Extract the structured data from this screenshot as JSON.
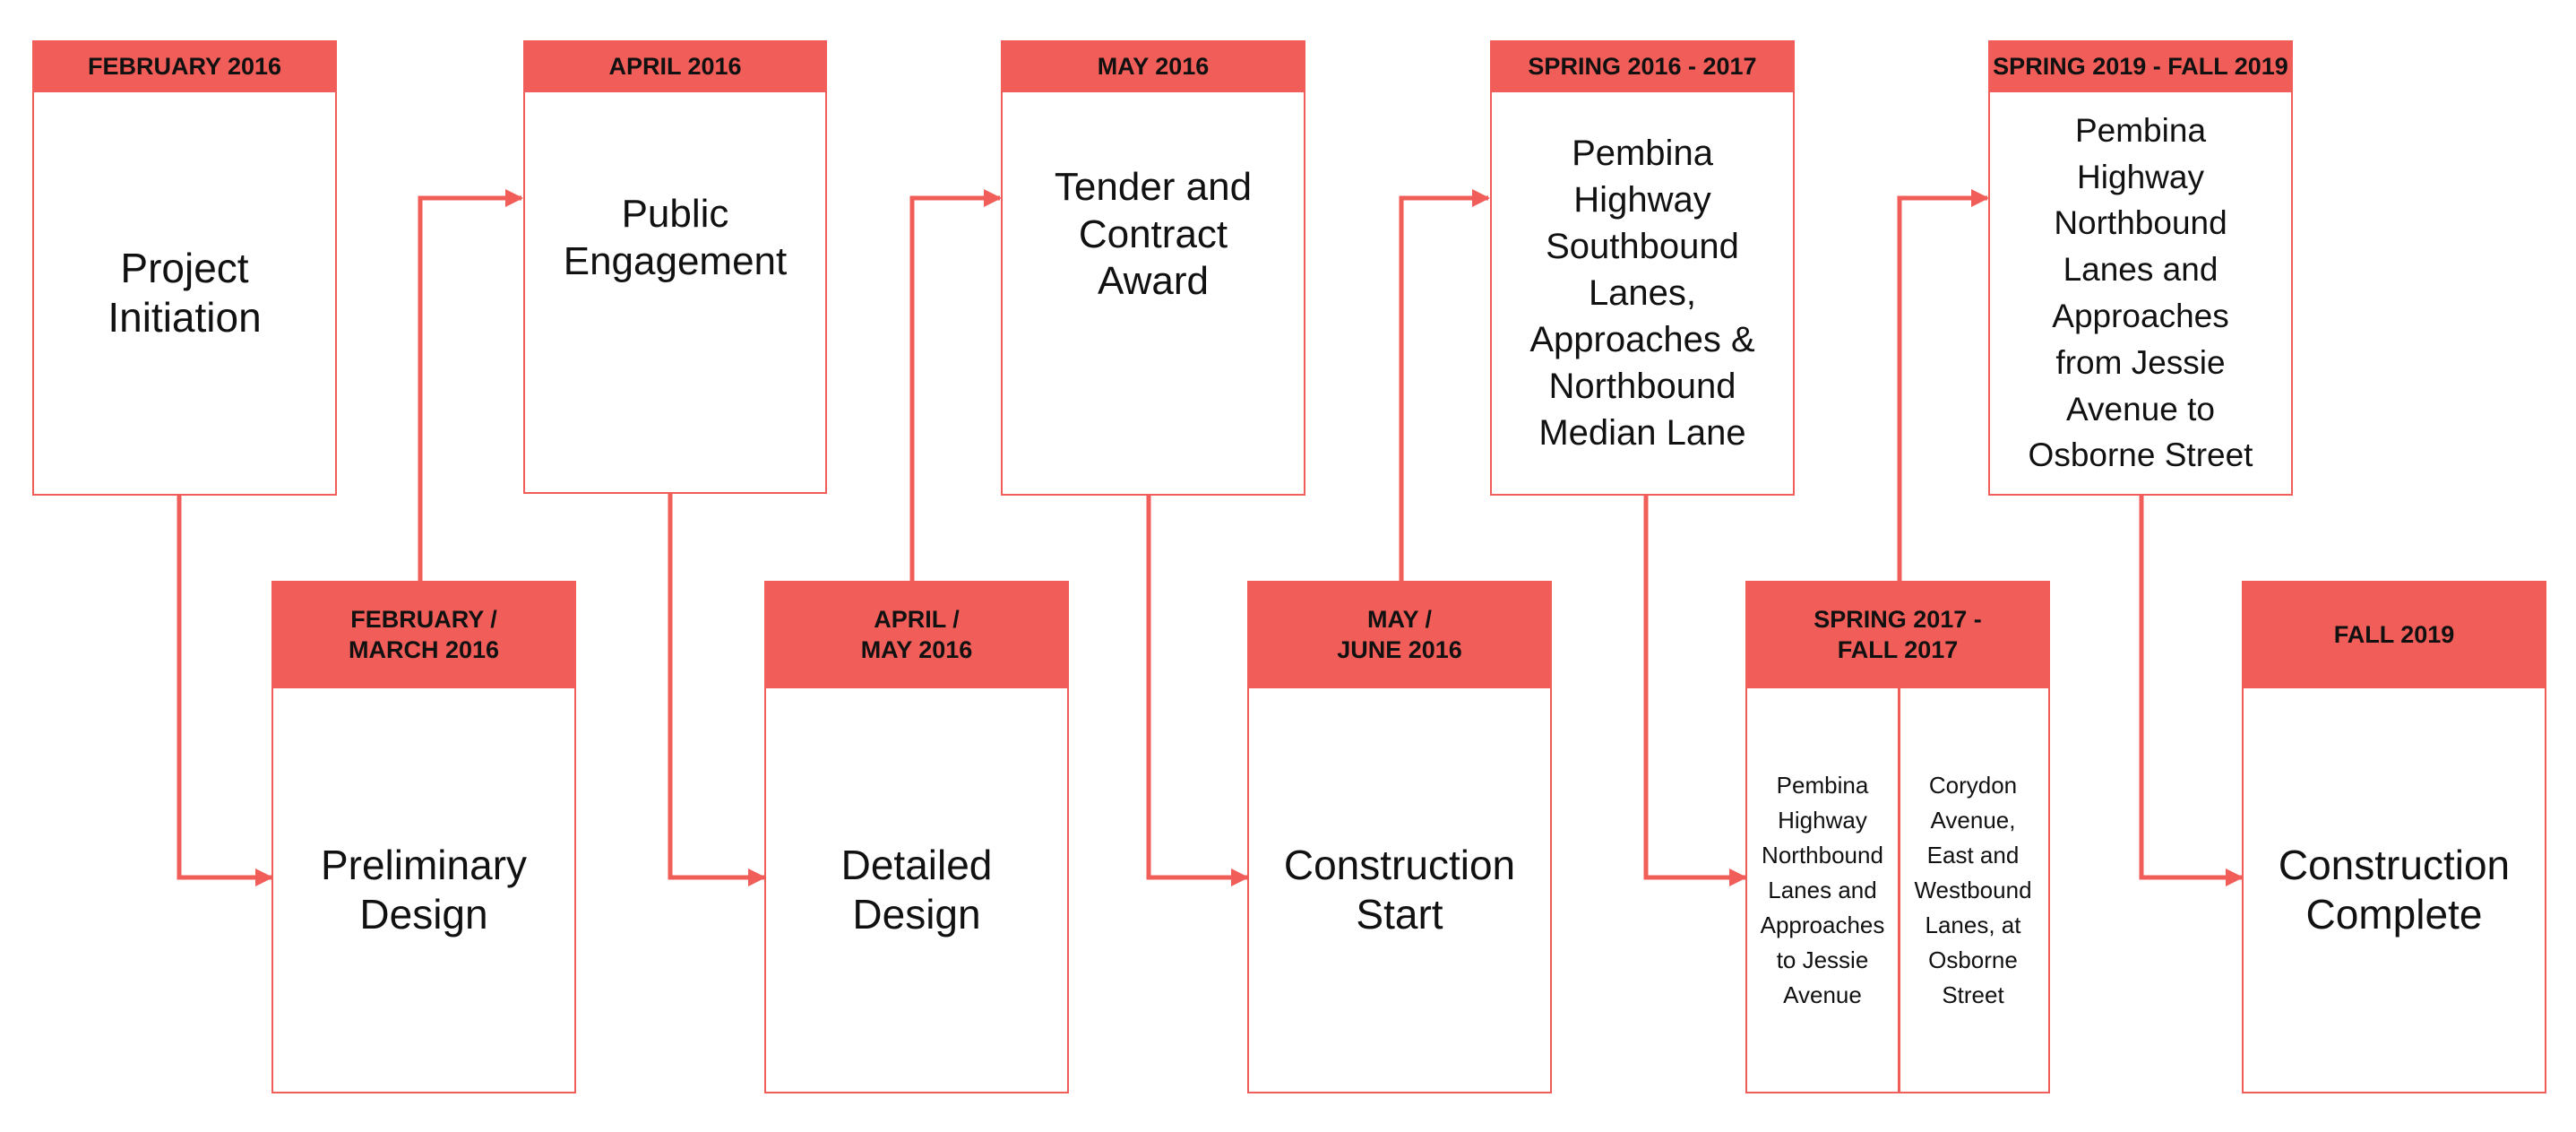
{
  "accent": "#f15d58",
  "milestones": [
    {
      "date": "FEBRUARY 2016",
      "title": "Project\nInitiation"
    },
    {
      "date": "FEBRUARY /\nMARCH 2016",
      "title": "Preliminary\nDesign"
    },
    {
      "date": "APRIL 2016",
      "title": "Public\nEngagement"
    },
    {
      "date": "APRIL /\nMAY 2016",
      "title": "Detailed\nDesign"
    },
    {
      "date": "MAY 2016",
      "title": "Tender and\nContract\nAward"
    },
    {
      "date": "MAY /\nJUNE 2016",
      "title": "Construction\nStart"
    },
    {
      "date": "SPRING 2016 - 2017",
      "title": "Pembina\nHighway\nSouthbound\nLanes,\nApproaches &\nNorthbound\nMedian Lane"
    },
    {
      "date": "SPRING 2017 -\nFALL 2017",
      "title_left": "Pembina\nHighway\nNorthbound\nLanes and\nApproaches\nto Jessie\nAvenue",
      "title_right": "Corydon\nAvenue,\nEast and\nWestbound\nLanes, at\nOsborne\nStreet"
    },
    {
      "date": "SPRING 2019 - FALL 2019",
      "title": "Pembina\nHighway\nNorthbound\nLanes and\nApproaches\nfrom Jessie\nAvenue to\nOsborne Street"
    },
    {
      "date": "FALL 2019",
      "title": "Construction\nComplete"
    }
  ]
}
